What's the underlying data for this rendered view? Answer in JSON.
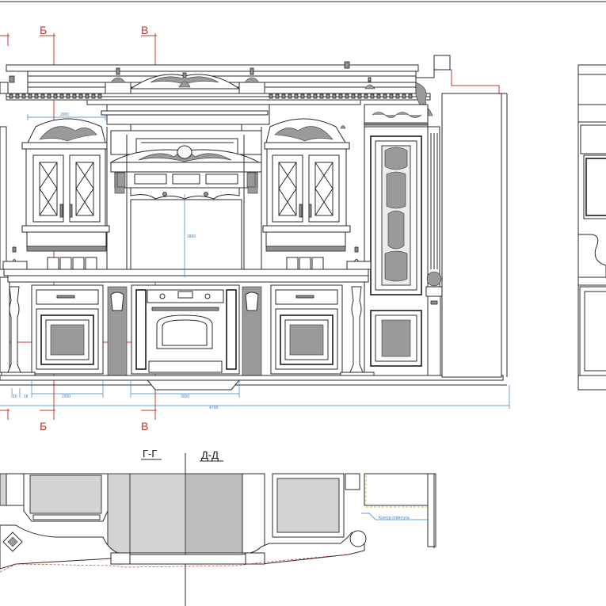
{
  "cut_marks": {
    "b": "Б",
    "v": "В"
  },
  "sections": {
    "g": "Г-Г",
    "d": "Д-Д"
  },
  "dimensions": {
    "width_top": "2900",
    "height_niche": "2800",
    "base_left": "2900",
    "base_mid": "3000",
    "overall": "4768",
    "small_left": "10",
    "small_mid": "18",
    "plinth_label": "Контур плинтуса"
  },
  "colors": {
    "ink": "#2a2a2a",
    "cut_lines": "#c0392b",
    "dimension_lines": "#3a7fc2",
    "section_fill": "#d4d4d4",
    "plinth_outline": "#c9a227"
  }
}
